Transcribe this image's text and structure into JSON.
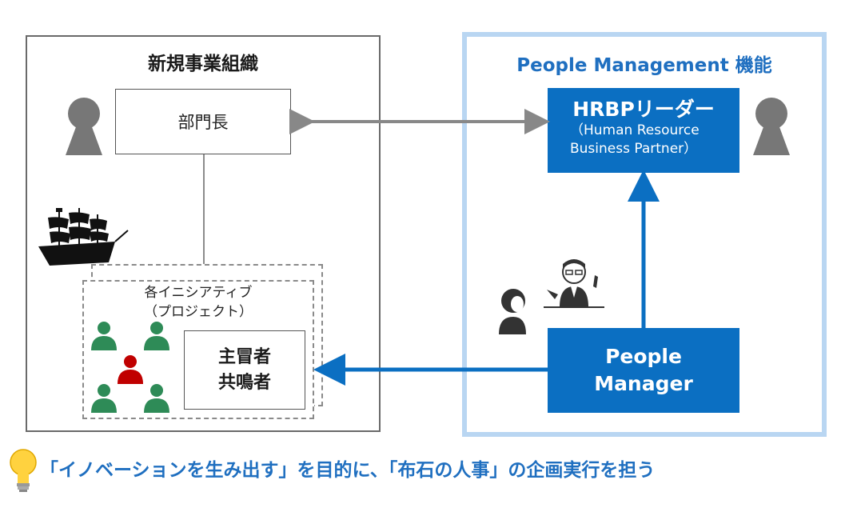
{
  "left_panel": {
    "title": "新規事業組織",
    "dept_head": "部門長",
    "initiative_line1": "各イニシアティブ",
    "initiative_line2": "（プロジェクト）",
    "leader_line1": "主冒者",
    "leader_line2": "共鳴者"
  },
  "right_panel": {
    "title": "People Management 機能",
    "hrbp_title": "HRBPリーダー",
    "hrbp_sub1": "（Human Resource",
    "hrbp_sub2": "Business Partner）",
    "pm_line1": "People",
    "pm_line2": "Manager"
  },
  "caption": "「イノベーションを生み出す」を目的に、「布石の人事」の企画実行を担う",
  "colors": {
    "accent_blue": "#0b6fc2",
    "light_blue_border": "#b9d6f2",
    "member_green": "#2e8b57",
    "leader_red": "#c00000",
    "silhouette_gray": "#777777"
  },
  "icons": [
    "person-silhouette-icon",
    "pirate-ship-icon",
    "team-member-icon",
    "bulb-icon",
    "consultant-icon"
  ]
}
